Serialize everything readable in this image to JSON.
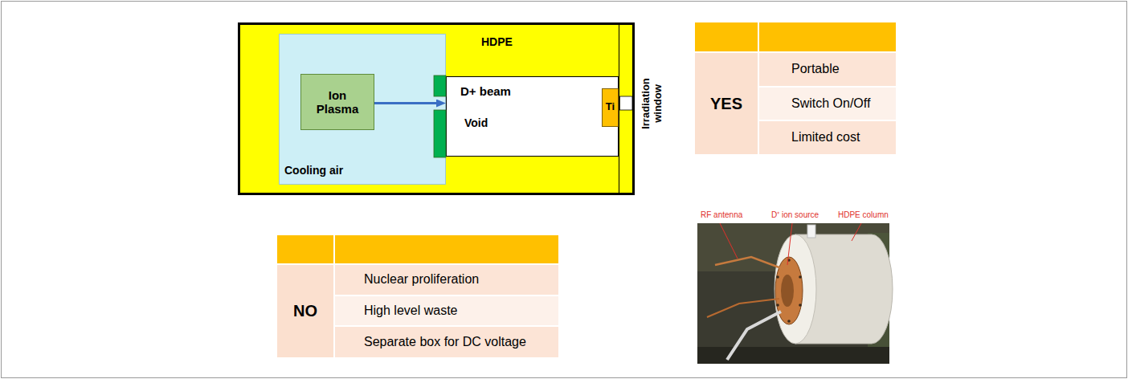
{
  "diagram": {
    "nodes": [
      {
        "text": [
          "HDPE"
        ]
      },
      {
        "text": [
          "Cooling air"
        ],
        "in": 0
      },
      {
        "text": [
          "Ion Plasma"
        ],
        "in": 1
      },
      {
        "text": [
          "Void"
        ],
        "in": 0
      },
      {
        "text": [
          "Ti"
        ],
        "in": 3
      },
      {
        "text": [
          "Irradiation window"
        ],
        "in": 0
      }
    ],
    "edges": [
      {
        "from": 2,
        "to": 3,
        "arrow": "to",
        "label": "D+ beam"
      }
    ],
    "labels": [
      "YES",
      "Portable",
      "Switch On/Off",
      "Limited cost",
      "NO",
      "Nuclear proliferation",
      "High level waste",
      "Separate box for DC voltage",
      "RF antenna",
      "D⁺ ion source",
      "HDPE column"
    ]
  }
}
